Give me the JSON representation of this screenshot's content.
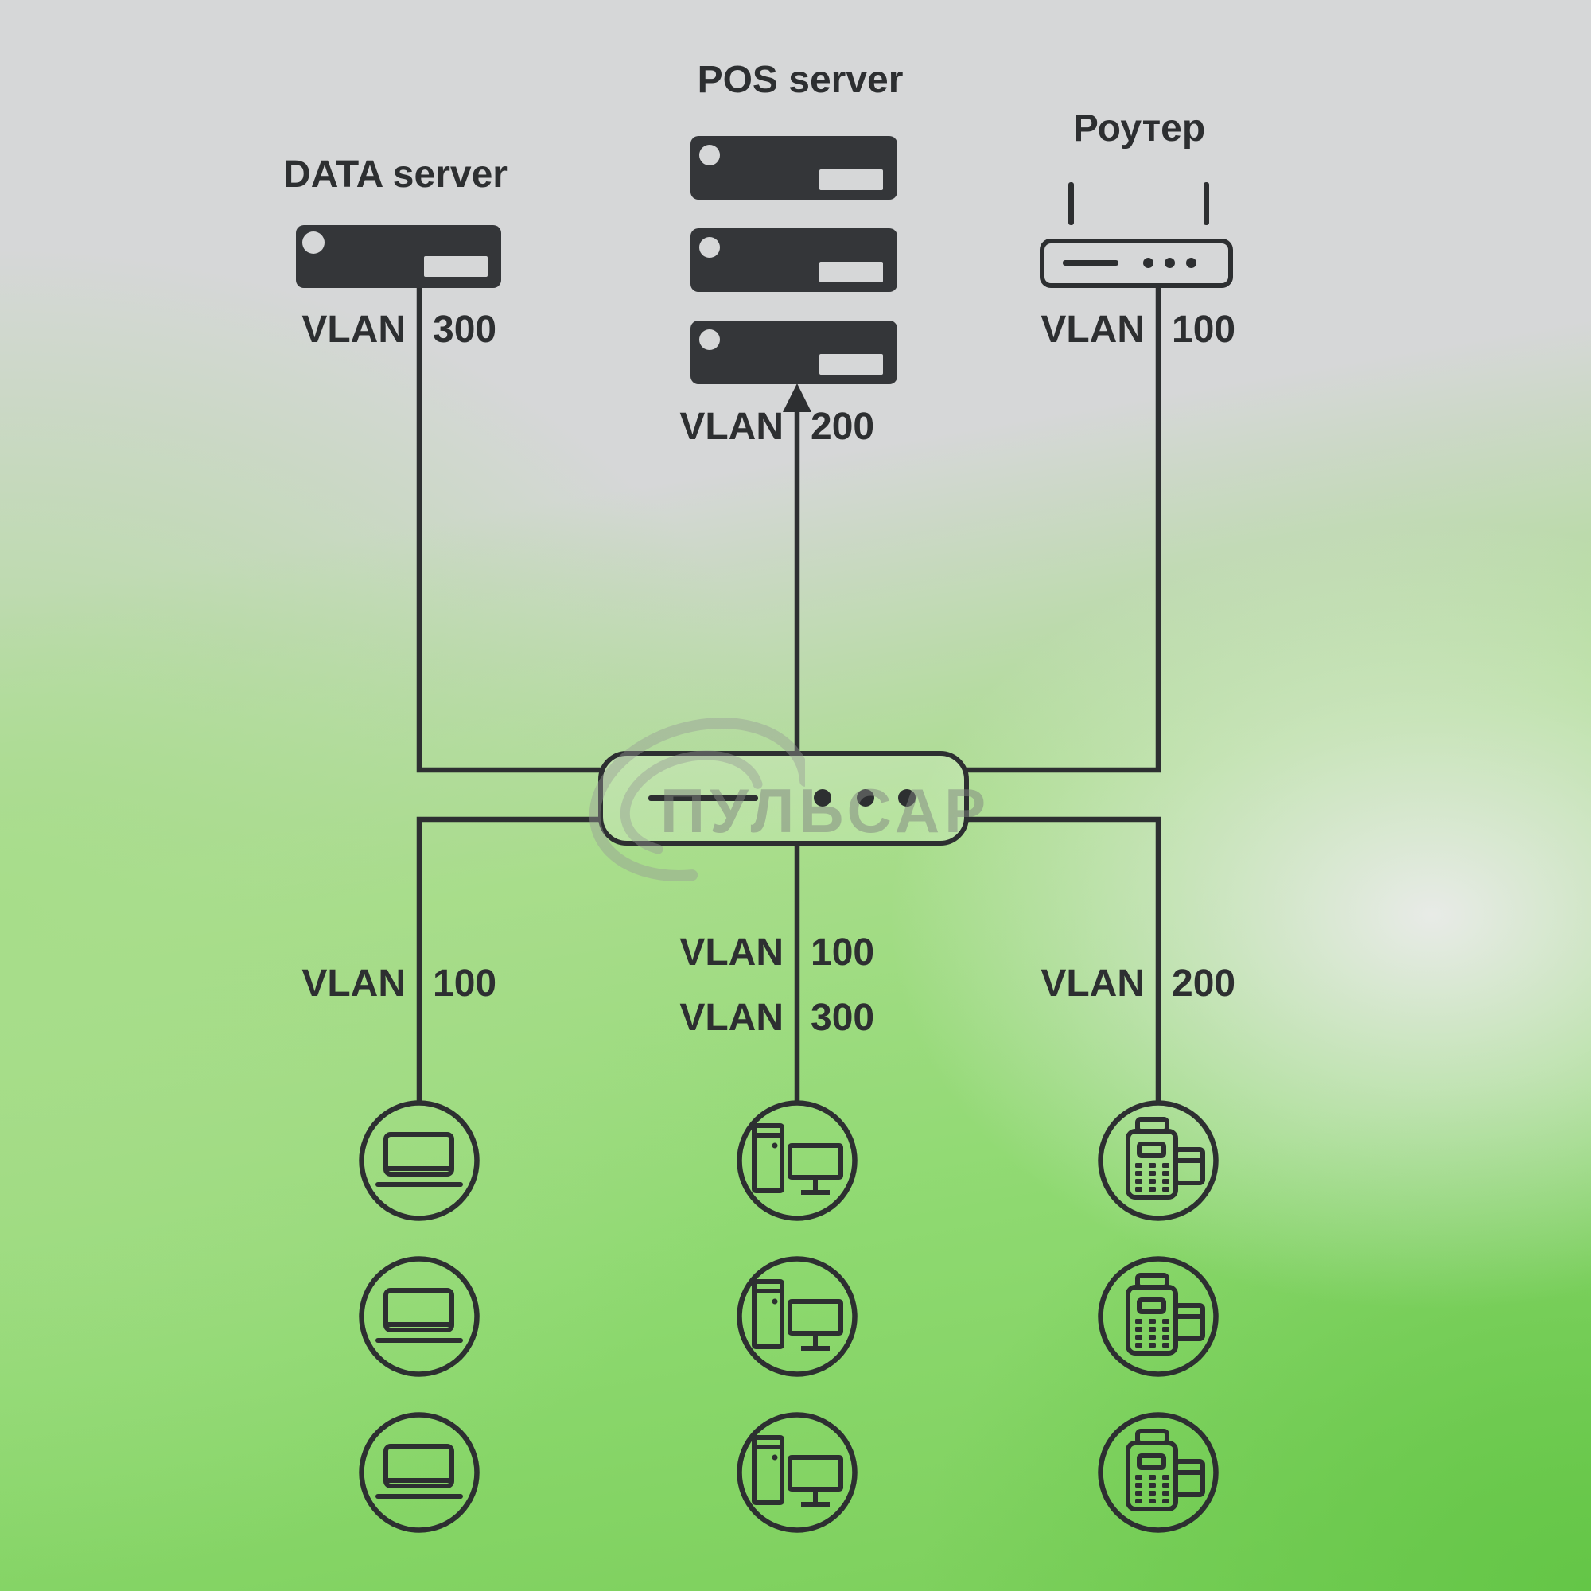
{
  "nodes": {
    "data_server": {
      "title": "DATA server"
    },
    "pos_server": {
      "title": "POS server"
    },
    "router": {
      "title": "Роутер"
    }
  },
  "vlan_labels": {
    "data_server": {
      "prefix": "VLAN",
      "id": "300"
    },
    "pos_server": {
      "prefix": "VLAN",
      "id": "200"
    },
    "router": {
      "prefix": "VLAN",
      "id": "100"
    },
    "laptops": {
      "prefix": "VLAN",
      "id": "100"
    },
    "desktops_a": {
      "prefix": "VLAN",
      "id": "100"
    },
    "desktops_b": {
      "prefix": "VLAN",
      "id": "300"
    },
    "terminals": {
      "prefix": "VLAN",
      "id": "200"
    }
  },
  "watermark": {
    "text": "ПУЛЬСАР"
  },
  "device_columns": [
    {
      "id": "laptops",
      "icon": "laptop",
      "count": 3
    },
    {
      "id": "desktops",
      "icon": "desktop",
      "count": 3
    },
    {
      "id": "terminals",
      "icon": "pos-terminal",
      "count": 3
    }
  ],
  "colors": {
    "line": "#2d2f31",
    "text": "#2d2f31",
    "server_fill": "#343639",
    "bg_gray": "#d6d7d8",
    "green_light": "#a7dd8a",
    "green_mid": "#8ed970",
    "green_saturated": "#64c647",
    "white_band": "#e8ebe7",
    "watermark": "rgba(128,131,128,0.5)"
  }
}
